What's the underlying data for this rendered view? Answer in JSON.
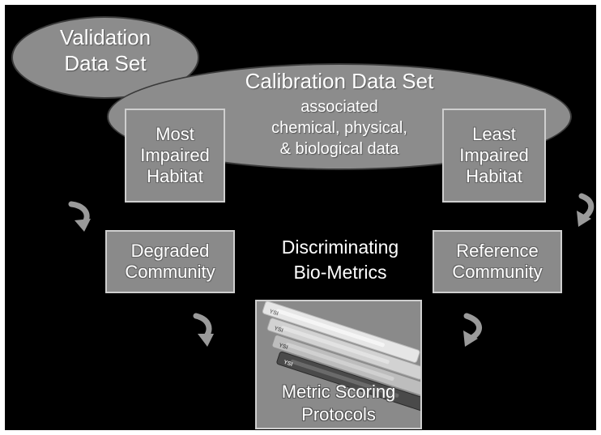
{
  "validation_data_set": {
    "label": "Validation\nData Set"
  },
  "calibration_data_set": {
    "title": "Calibration Data Set",
    "subtitle": "associated\nchemical, physical,\n& biological data"
  },
  "most_impaired": {
    "label": "Most\nImpaired\nHabitat"
  },
  "least_impaired": {
    "label": "Least\nImpaired\nHabitat"
  },
  "degraded_community": {
    "label": "Degraded\nCommunity"
  },
  "reference_community": {
    "label": "Reference\nCommunity"
  },
  "center": {
    "label": "Discriminating\nBio-Metrics"
  },
  "metric_scoring": {
    "label": "Metric Scoring\nProtocols",
    "ruler_brand": "YSI"
  },
  "colors": {
    "background": "#000000",
    "shape_fill": "#8a8a8a",
    "box_border": "#cfcfcf",
    "text": "#ffffff"
  }
}
